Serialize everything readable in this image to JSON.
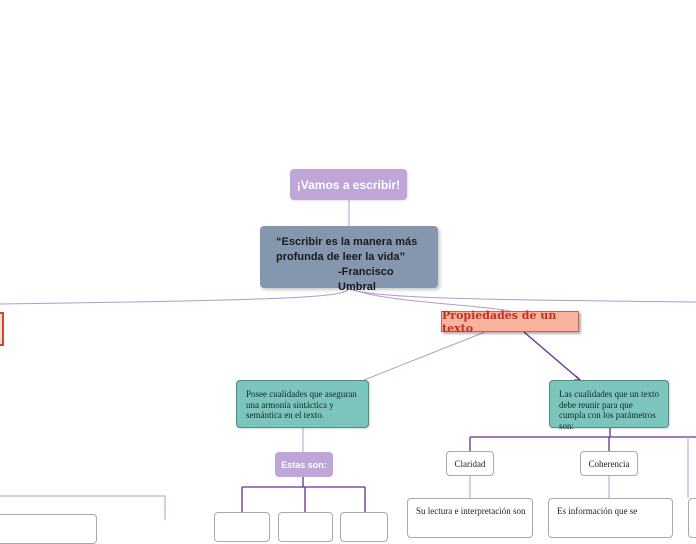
{
  "diagram": {
    "central_topic": "¡Vamos a escribir!",
    "quote": {
      "line1": "“Escribir es la manera más",
      "line2": "profunda de leer la vida”",
      "author": "-Francisco Umbral"
    },
    "properties_title": "Propiedades de un texto",
    "left_branch": {
      "description": "Posee cualidades que aseguran una armonía sintáctica y semántica en el texto.",
      "subtopic": "Estas son:"
    },
    "right_branch": {
      "description": "Las cualidades que un texto debe reunir para que cumpla con los parámetros son:",
      "qualities": [
        {
          "label": "Claridad",
          "detail": "Su lectura e interpretación son"
        },
        {
          "label": "Coherencia",
          "detail": "Es información que se"
        }
      ]
    }
  },
  "colors": {
    "central_topic": "#c0a6d8",
    "quote_box": "#8497ae",
    "properties_fill": "#f5b3a0",
    "properties_text": "#c03022",
    "teal_box": "#7cc5bc",
    "connector_light": "#b39ad0",
    "connector_dark": "#6a2d8f"
  }
}
